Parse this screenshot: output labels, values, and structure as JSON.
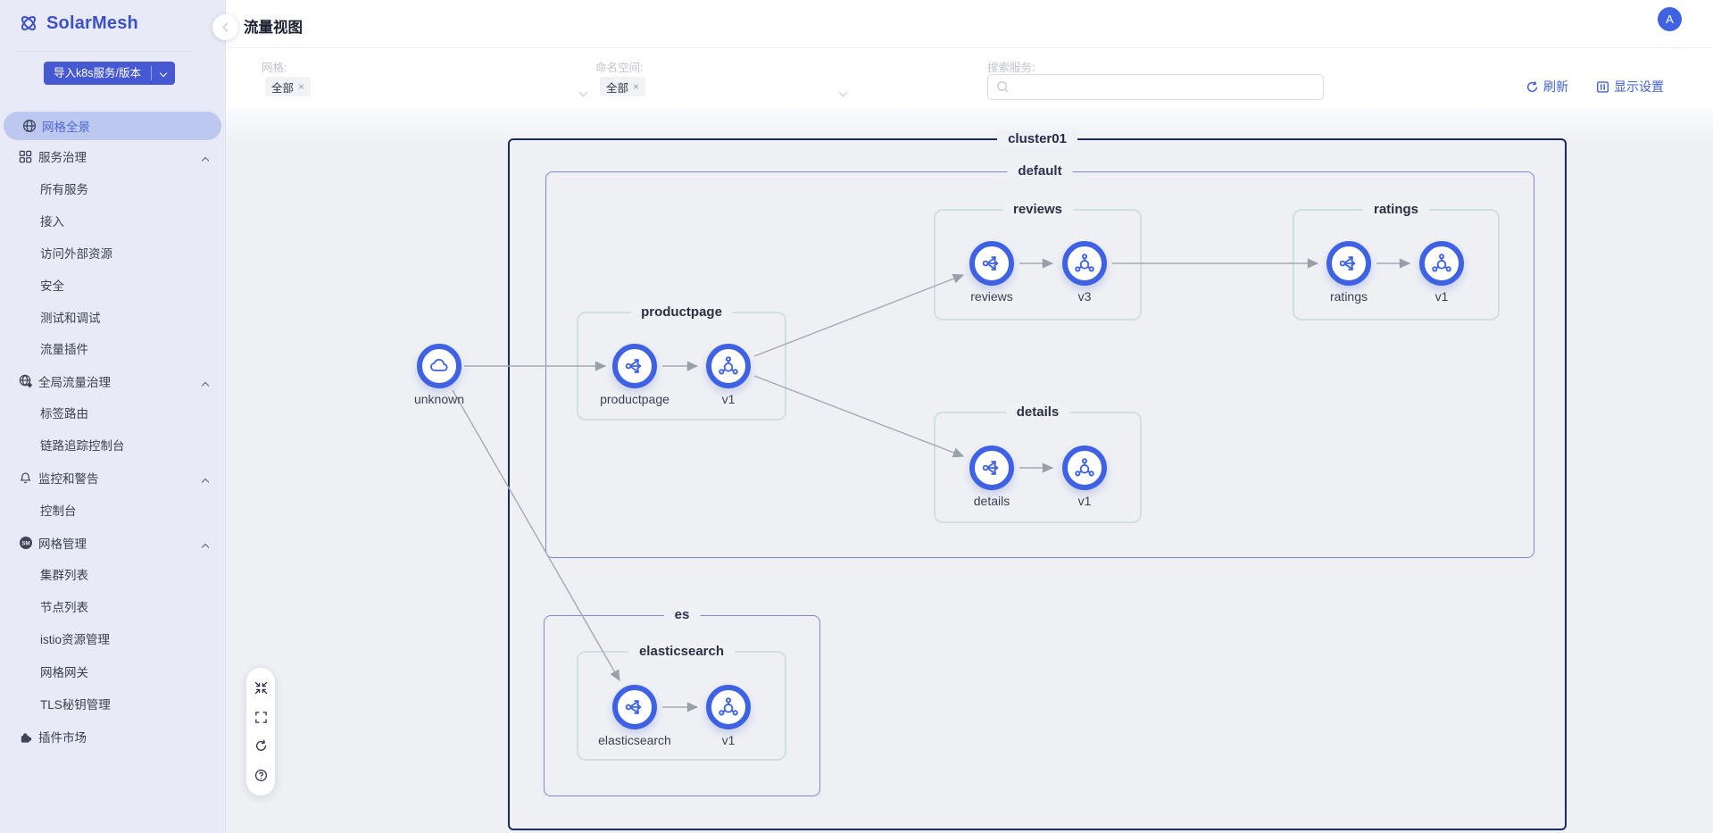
{
  "app": {
    "logo_text": "SolarMesh"
  },
  "sidebar": {
    "import_button": "导入k8s服务/版本",
    "items": [
      {
        "label": "网格全景"
      },
      {
        "label": "服务治理"
      },
      {
        "label": "所有服务"
      },
      {
        "label": "接入"
      },
      {
        "label": "访问外部资源"
      },
      {
        "label": "安全"
      },
      {
        "label": "测试和调试"
      },
      {
        "label": "流量插件"
      },
      {
        "label": "全局流量治理"
      },
      {
        "label": "标签路由"
      },
      {
        "label": "链路追踪控制台"
      },
      {
        "label": "监控和警告"
      },
      {
        "label": "控制台"
      },
      {
        "label": "网格管理"
      },
      {
        "label": "集群列表"
      },
      {
        "label": "节点列表"
      },
      {
        "label": "istio资源管理"
      },
      {
        "label": "网格网关"
      },
      {
        "label": "TLS秘钥管理"
      },
      {
        "label": "插件市场"
      }
    ]
  },
  "header": {
    "title": "流量视图",
    "avatar": "A"
  },
  "filters": {
    "mesh_label": "网格:",
    "mesh_value": "全部",
    "namespace_label": "命名空间:",
    "namespace_value": "全部",
    "search_label": "搜索服务:",
    "search_placeholder": "",
    "refresh": "刷新",
    "display_settings": "显示设置"
  },
  "graph": {
    "cluster_label": "cluster01",
    "namespaces": [
      {
        "label": "default"
      },
      {
        "label": "es"
      }
    ],
    "groups": [
      {
        "label": "productpage"
      },
      {
        "label": "reviews"
      },
      {
        "label": "ratings"
      },
      {
        "label": "details"
      },
      {
        "label": "elasticsearch"
      }
    ],
    "nodes": [
      {
        "label": "unknown",
        "type": "cloud"
      },
      {
        "label": "productpage",
        "type": "service"
      },
      {
        "label": "v1",
        "type": "workload"
      },
      {
        "label": "reviews",
        "type": "service"
      },
      {
        "label": "v3",
        "type": "workload"
      },
      {
        "label": "ratings",
        "type": "service"
      },
      {
        "label": "v1",
        "type": "workload"
      },
      {
        "label": "details",
        "type": "service"
      },
      {
        "label": "v1",
        "type": "workload"
      },
      {
        "label": "elasticsearch",
        "type": "service"
      },
      {
        "label": "v1",
        "type": "workload"
      }
    ],
    "edges": [
      "unknown->productpage",
      "productpage->v1",
      "v1->reviews",
      "v1->details",
      "reviews->v3",
      "v3->ratings",
      "ratings->v1",
      "details->v1",
      "unknown->elasticsearch",
      "elasticsearch->v1"
    ]
  },
  "toolbar": {
    "buttons": [
      "compress",
      "fullscreen",
      "refresh",
      "help"
    ]
  },
  "colors": {
    "accent": "#3f62e4",
    "link": "#4262d8",
    "cluster_border": "#1e2a66",
    "namespace_border": "#7d88db",
    "group_border": "#cfe1df",
    "edge": "#a5aab2",
    "active_pill": "#bcc8ef"
  }
}
